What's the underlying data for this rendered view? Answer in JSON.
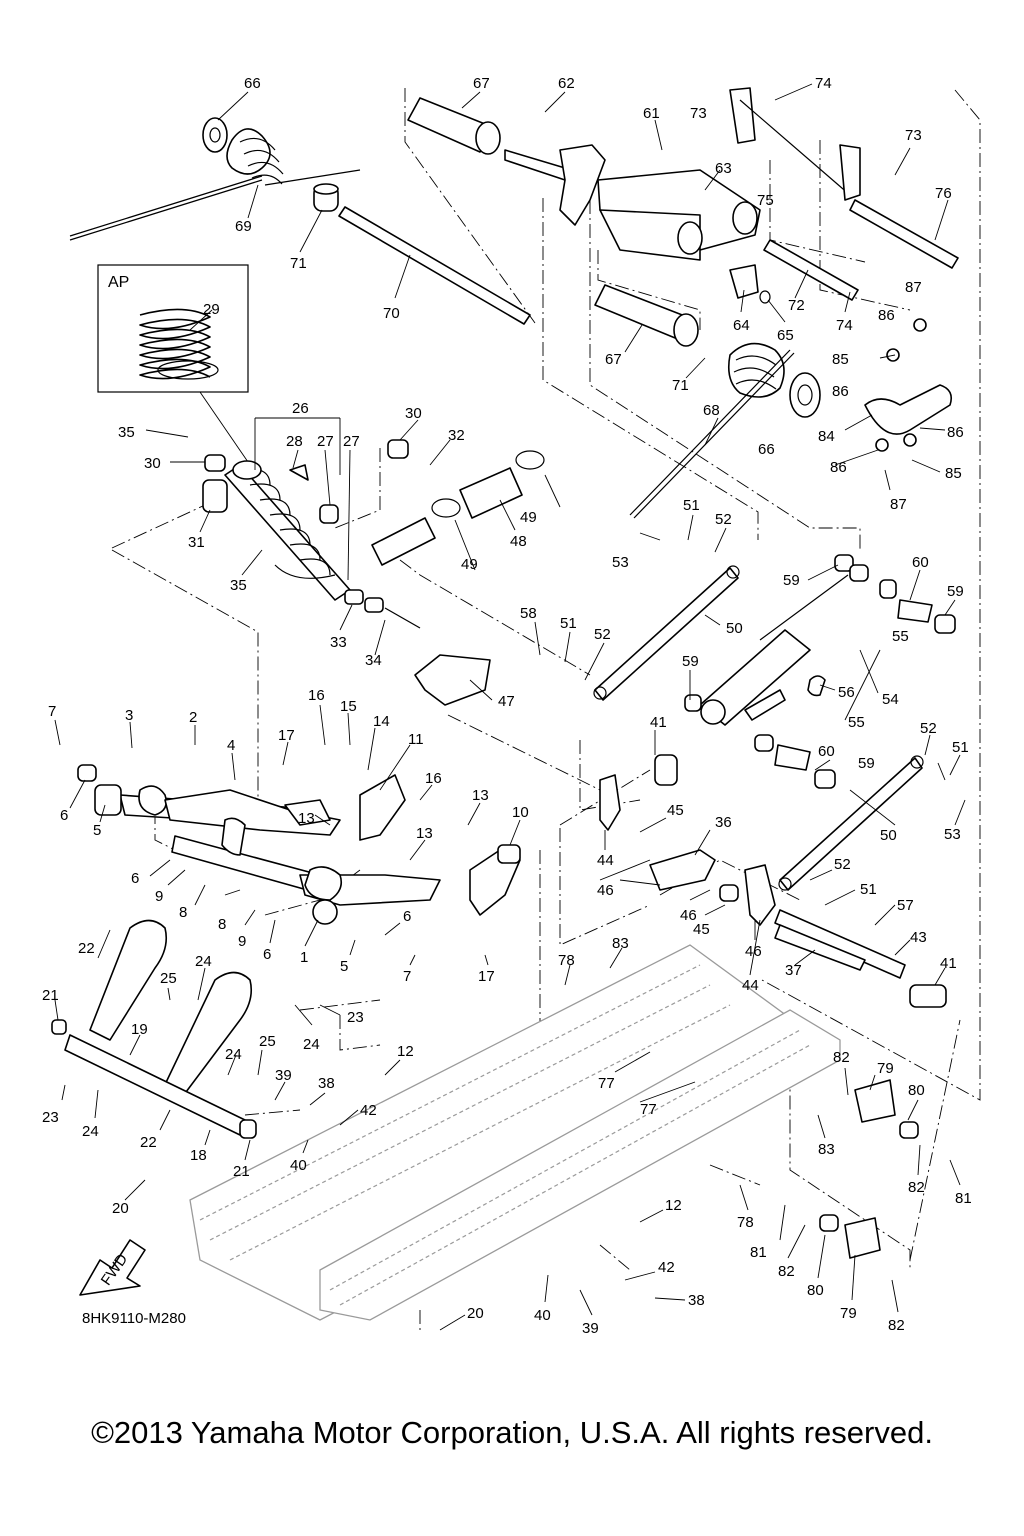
{
  "inset": {
    "title": "AP",
    "part": "29"
  },
  "diagram_code": "8HK9110-M280",
  "fwd_label": "FWD",
  "copyright": "©2013 Yamaha Motor Corporation, U.S.A. All rights reserved.",
  "callouts": {
    "c66a": "66",
    "c67a": "67",
    "c62": "62",
    "c61": "61",
    "c73a": "73",
    "c74a": "74",
    "c73b": "73",
    "c63": "63",
    "c75": "75",
    "c76": "76",
    "c69": "69",
    "c71a": "71",
    "c70": "70",
    "c64": "64",
    "c65": "65",
    "c72": "72",
    "c74b": "74",
    "c87a": "87",
    "c86a": "86",
    "c85a": "85",
    "c86b": "86",
    "c67b": "67",
    "c71b": "71",
    "c68": "68",
    "c66b": "66",
    "c84": "84",
    "c86c": "86",
    "c86d": "86",
    "c85b": "85",
    "c87b": "87",
    "c29": "29",
    "c26": "26",
    "c30a": "30",
    "c32": "32",
    "c35a": "35",
    "c28": "28",
    "c27a": "27",
    "c27b": "27",
    "c30b": "30",
    "c49a": "49",
    "c31": "31",
    "c49b": "49",
    "c48": "48",
    "c35b": "35",
    "c51a": "51",
    "c52a": "52",
    "c53a": "53",
    "c60a": "60",
    "c59a": "59",
    "c59b": "59",
    "c33": "33",
    "c34": "34",
    "c58": "58",
    "c51b": "51",
    "c52b": "52",
    "c50a": "50",
    "c55a": "55",
    "c47": "47",
    "c59c": "59",
    "c56": "56",
    "c54": "54",
    "c55b": "55",
    "c7a": "7",
    "c3": "3",
    "c2": "2",
    "c4": "4",
    "c16a": "16",
    "c15": "15",
    "c14": "14",
    "c11": "11",
    "c17a": "17",
    "c16b": "16",
    "c6a": "6",
    "c5a": "5",
    "c13a": "13",
    "c41a": "41",
    "c52c": "52",
    "c51c": "51",
    "c60b": "60",
    "c59d": "59",
    "c50b": "50",
    "c53b": "53",
    "c13b": "13",
    "c10": "10",
    "c13c": "13",
    "c44a": "44",
    "c45a": "45",
    "c36": "36",
    "c46a": "46",
    "c6b": "6",
    "c9a": "9",
    "c8a": "8",
    "c8b": "8",
    "c9b": "9",
    "c6c": "6",
    "c1": "1",
    "c5b": "5",
    "c6d": "6",
    "c7b": "7",
    "c17b": "17",
    "c52d": "52",
    "c51d": "51",
    "c46b": "46",
    "c45b": "45",
    "c46c": "46",
    "c57": "57",
    "c43": "43",
    "c44b": "44",
    "c37": "37",
    "c41b": "41",
    "c83a": "83",
    "c78a": "78",
    "c22a": "22",
    "c21a": "21",
    "c25a": "25",
    "c24a": "24",
    "c23a": "23",
    "c24b": "24",
    "c19": "19",
    "c12a": "12",
    "c24c": "24",
    "c25b": "25",
    "c23b": "23",
    "c24d": "24",
    "c39a": "39",
    "c38a": "38",
    "c42a": "42",
    "c77a": "77",
    "c82a": "82",
    "c79a": "79",
    "c77b": "77",
    "c80a": "80",
    "c83b": "83",
    "c82b": "82",
    "c81a": "81",
    "c22b": "22",
    "c18": "18",
    "c21b": "21",
    "c40a": "40",
    "c20a": "20",
    "c12b": "12",
    "c78b": "78",
    "c81b": "81",
    "c82c": "82",
    "c80b": "80",
    "c42b": "42",
    "c38b": "38",
    "c40b": "40",
    "c39b": "39",
    "c79b": "79",
    "c82d": "82",
    "c20b": "20"
  }
}
